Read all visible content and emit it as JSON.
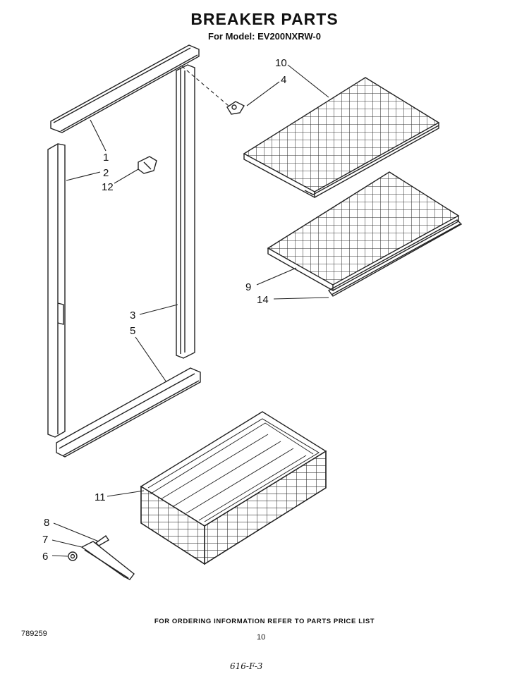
{
  "header": {
    "title": "BREAKER PARTS",
    "model_label": "For Model:",
    "model_value": "EV200NXRW-0"
  },
  "callouts": [
    "1",
    "2",
    "3",
    "4",
    "5",
    "6",
    "7",
    "8",
    "9",
    "10",
    "11",
    "12",
    "14"
  ],
  "footer": {
    "note": "FOR ORDERING INFORMATION REFER TO PARTS PRICE LIST",
    "doc_number": "789259",
    "page_number": "10",
    "handwritten": "616-F-3"
  }
}
